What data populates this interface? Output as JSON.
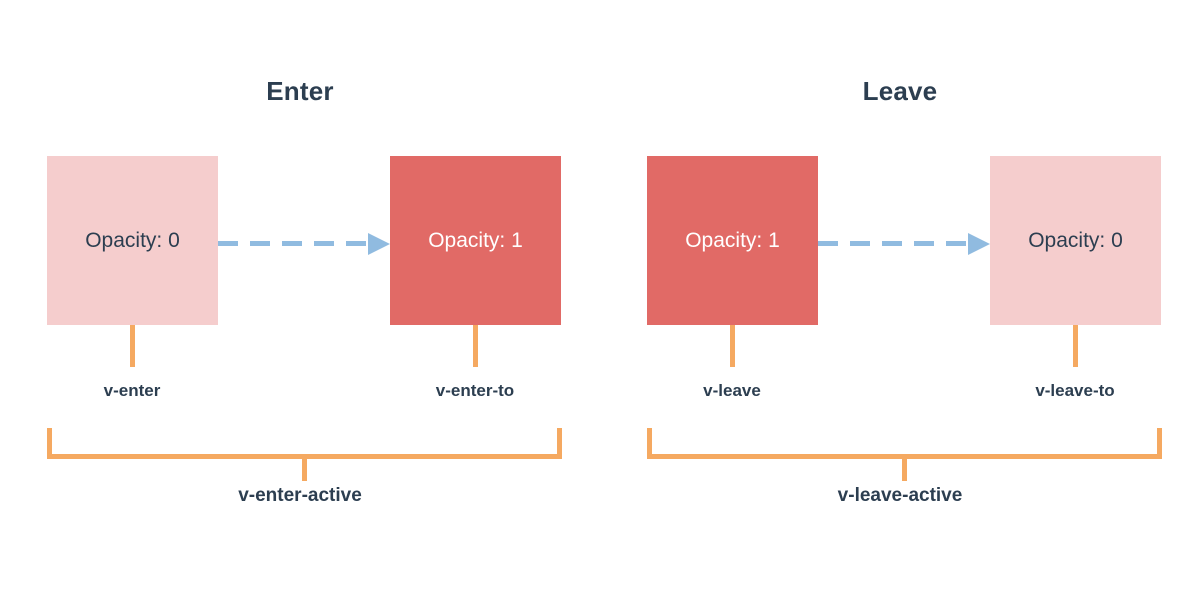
{
  "diagram": {
    "title_color": "#2c3e50",
    "colors": {
      "background": "#ffffff",
      "box_faded": "#f5cdcd",
      "box_solid": "#e16a66",
      "arrow": "#90bbe0",
      "bracket": "#f5a961",
      "text_dark": "#2c3e50",
      "text_light": "#ffffff"
    },
    "panels": [
      {
        "key": "enter",
        "title": "Enter",
        "from_box": {
          "label": "Opacity: 0",
          "style": "faded"
        },
        "to_box": {
          "label": "Opacity: 1",
          "style": "solid"
        },
        "from_class": "v-enter",
        "to_class": "v-enter-to",
        "active_class": "v-enter-active"
      },
      {
        "key": "leave",
        "title": "Leave",
        "from_box": {
          "label": "Opacity: 1",
          "style": "solid"
        },
        "to_box": {
          "label": "Opacity: 0",
          "style": "faded"
        },
        "from_class": "v-leave",
        "to_class": "v-leave-to",
        "active_class": "v-leave-active"
      }
    ]
  }
}
